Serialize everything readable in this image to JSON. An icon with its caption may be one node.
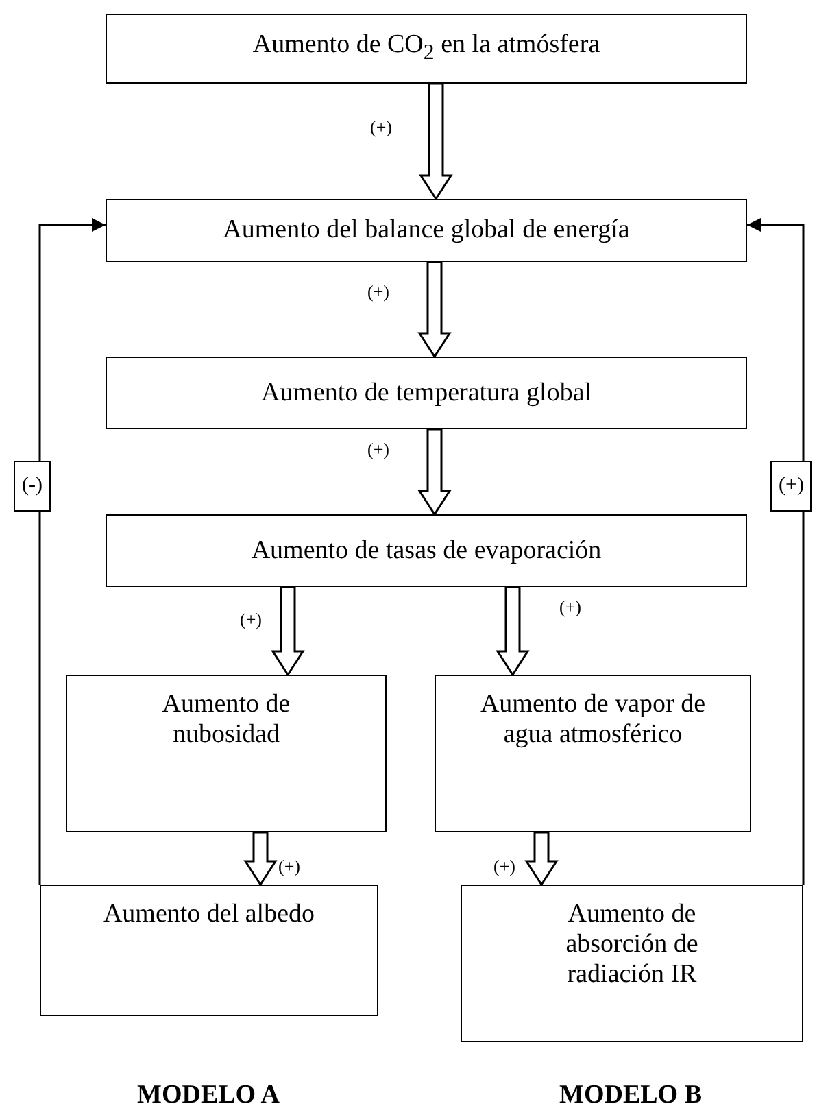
{
  "diagram": {
    "nodes": [
      {
        "text": [
          "Aumento de CO$_{2}$ en la atmósfera"
        ]
      },
      {
        "text": [
          "Aumento del balance global de energía"
        ]
      },
      {
        "text": [
          "Aumento de temperatura global"
        ]
      },
      {
        "text": [
          "Aumento de tasas de evaporación"
        ]
      },
      {
        "text": [
          "Aumento de nubosidad"
        ]
      },
      {
        "text": [
          "Aumento de vapor de agua atmosférico"
        ]
      },
      {
        "text": [
          "Aumento del albedo"
        ]
      },
      {
        "text": [
          "Aumento de absorción de radiación IR"
        ]
      }
    ],
    "edges": [
      {
        "from": 0,
        "to": 1,
        "arrow": "to",
        "label": "(+)",
        "style": "thick"
      },
      {
        "from": 1,
        "to": 2,
        "arrow": "to",
        "label": "(+)",
        "style": "thick"
      },
      {
        "from": 2,
        "to": 3,
        "arrow": "to",
        "label": "(+)",
        "style": "thick"
      },
      {
        "from": 3,
        "to": 4,
        "arrow": "to",
        "label": "(+)",
        "style": "thick"
      },
      {
        "from": 3,
        "to": 5,
        "arrow": "to",
        "label": "(+)",
        "style": "thick"
      },
      {
        "from": 4,
        "to": 6,
        "arrow": "to",
        "label": "(+)",
        "style": "thick"
      },
      {
        "from": 5,
        "to": 7,
        "arrow": "to",
        "label": "(+)",
        "style": "thick"
      },
      {
        "from": 6,
        "to": 1,
        "arrow": "to",
        "label": "(-)"
      },
      {
        "from": 7,
        "to": 1,
        "arrow": "to",
        "label": "(+)"
      }
    ],
    "labels": [
      "MODELO A",
      "MODELO B"
    ]
  }
}
